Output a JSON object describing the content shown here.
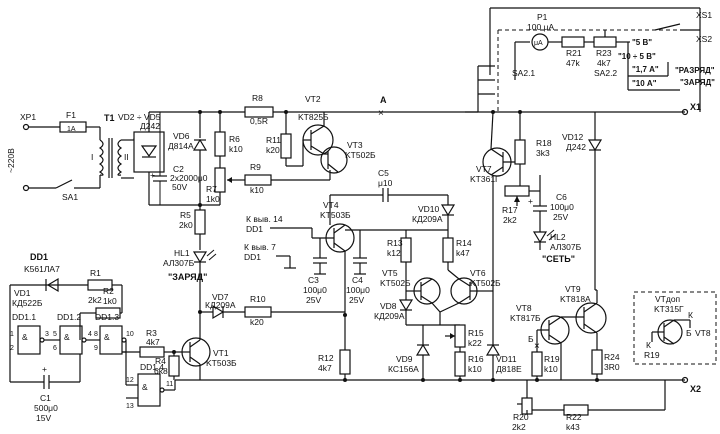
{
  "mains": {
    "connector": "XP1",
    "voltage": "~220В",
    "fuse_ref": "F1",
    "fuse_val": "1A",
    "switch": "SA1"
  },
  "transformer": {
    "ref": "T1",
    "w1": "I",
    "w2": "II"
  },
  "bridge": {
    "ref": "VD2 ÷ VD5",
    "part": "Д242"
  },
  "c2": {
    "ref": "C2",
    "val1": "2x2000μ0",
    "val2": "50V"
  },
  "vd6": {
    "ref": "VD6",
    "part": "Д814А"
  },
  "r5": {
    "ref": "R5",
    "val": "2k0"
  },
  "r6": {
    "ref": "R6",
    "val": "k10"
  },
  "r7": {
    "ref": "R7",
    "val": "1k0"
  },
  "r8": {
    "ref": "R8",
    "val": "0,5R"
  },
  "r9": {
    "ref": "R9",
    "val": "k10"
  },
  "r10": {
    "ref": "R10",
    "val": "k20"
  },
  "r11": {
    "ref": "R11",
    "val": "k20"
  },
  "vt2": {
    "ref": "VT2",
    "part": "KT825Б"
  },
  "vt3": {
    "ref": "VT3",
    "part": "KT502Б"
  },
  "point_a": "A",
  "c5": {
    "ref": "C5",
    "val": "μ10"
  },
  "vt4": {
    "ref": "VT4",
    "part": "KT503Б"
  },
  "note_pin14": {
    "line1": "К выв. 14",
    "line2": "DD1"
  },
  "note_pin7": {
    "line1": "К выв. 7",
    "line2": "DD1"
  },
  "c3": {
    "ref": "C3",
    "val1": "100μ0",
    "val2": "25V"
  },
  "c4": {
    "ref": "C4",
    "val1": "100μ0",
    "val2": "25V"
  },
  "vd10": {
    "ref": "VD10",
    "part": "КД209А"
  },
  "r13": {
    "ref": "R13",
    "val": "k12"
  },
  "r14": {
    "ref": "R14",
    "val": "k47"
  },
  "vt5": {
    "ref": "VT5",
    "part": "KT502Б"
  },
  "vt6": {
    "ref": "VT6",
    "part": "KT502Б"
  },
  "vd8": {
    "ref": "VD8",
    "part": "КД209А"
  },
  "r15": {
    "ref": "R15",
    "val": "k22"
  },
  "r16": {
    "ref": "R16",
    "val": "k10"
  },
  "r12": {
    "ref": "R12",
    "val": "4k7"
  },
  "vd9": {
    "ref": "VD9",
    "part": "КС156А"
  },
  "vd11": {
    "ref": "VD11",
    "part": "Д818Е"
  },
  "vt7": {
    "ref": "VT7",
    "part": "KT361Г"
  },
  "r17": {
    "ref": "R17",
    "val": "2k2"
  },
  "r18": {
    "ref": "R18",
    "val": "3k3"
  },
  "c6": {
    "ref": "C6",
    "val1": "100μ0",
    "val2": "25V"
  },
  "hl2": {
    "ref": "HL2",
    "part": "АЛ307Б",
    "label": "\"СЕТЬ\""
  },
  "vd12": {
    "ref": "VD12",
    "part": "Д242"
  },
  "vt8": {
    "ref": "VT8",
    "part": "KT817Б"
  },
  "vt9": {
    "ref": "VT9",
    "part": "KT818А"
  },
  "r19": {
    "ref": "R19",
    "val": "k10"
  },
  "r24": {
    "ref": "R24",
    "val": "3R0"
  },
  "r20": {
    "ref": "R20",
    "val": "2k2"
  },
  "r22": {
    "ref": "R22",
    "val": "k43"
  },
  "hl1": {
    "ref": "HL1",
    "part": "АЛ307Б",
    "label": "\"ЗАРЯД\""
  },
  "vd7": {
    "ref": "VD7",
    "part": "КД209А"
  },
  "vt1": {
    "ref": "VT1",
    "part": "KT503Б"
  },
  "r3": {
    "ref": "R3",
    "val": "4k7"
  },
  "r4": {
    "ref": "R4",
    "val": "6k8"
  },
  "dd1": {
    "ref": "DD1",
    "part": "K561ЛА7",
    "g1": "DD1.1",
    "g2": "DD1.2",
    "g3": "DD1.3",
    "g4": "DD1.4",
    "amp": "&"
  },
  "pins": {
    "p1": "1",
    "p2": "2",
    "p3": "3",
    "p5": "5",
    "p6": "6",
    "p4": "4",
    "p8": "8",
    "p9": "9",
    "p10": "10",
    "p12": "12",
    "p13": "13",
    "p11": "11"
  },
  "vd1": {
    "ref": "VD1",
    "part": "КД522Б"
  },
  "r1": {
    "ref": "R1",
    "val": "2k2"
  },
  "r2": {
    "ref": "R2",
    "val": "1k0"
  },
  "c1": {
    "ref": "C1",
    "val1": "500μ0",
    "val2": "15V"
  },
  "meter": {
    "ref": "P1",
    "val": "100 μA",
    "symbol": "μA"
  },
  "r21": {
    "ref": "R21",
    "val": "47k"
  },
  "r23": {
    "ref": "R23",
    "val": "4k7"
  },
  "sa21": "SA2.1",
  "sa22": "SA2.2",
  "ranges": [
    "\"5 В\"",
    "\"10 ÷ 5 В\"",
    "\"1,7 А\"",
    "\"10 А\""
  ],
  "modes": [
    "\"РАЗРЯД\"",
    "\"ЗАРЯД\""
  ],
  "xs1": "XS1",
  "xs2": "XS2",
  "x1": "X1",
  "x2": "X2",
  "vtaux": {
    "ref": "VTдоп",
    "part": "KT315Г",
    "k": "К",
    "b": "Б",
    "vt8": "VT8",
    "k2": "К",
    "r19": "R19"
  },
  "bk": "Б",
  "kk": "К"
}
